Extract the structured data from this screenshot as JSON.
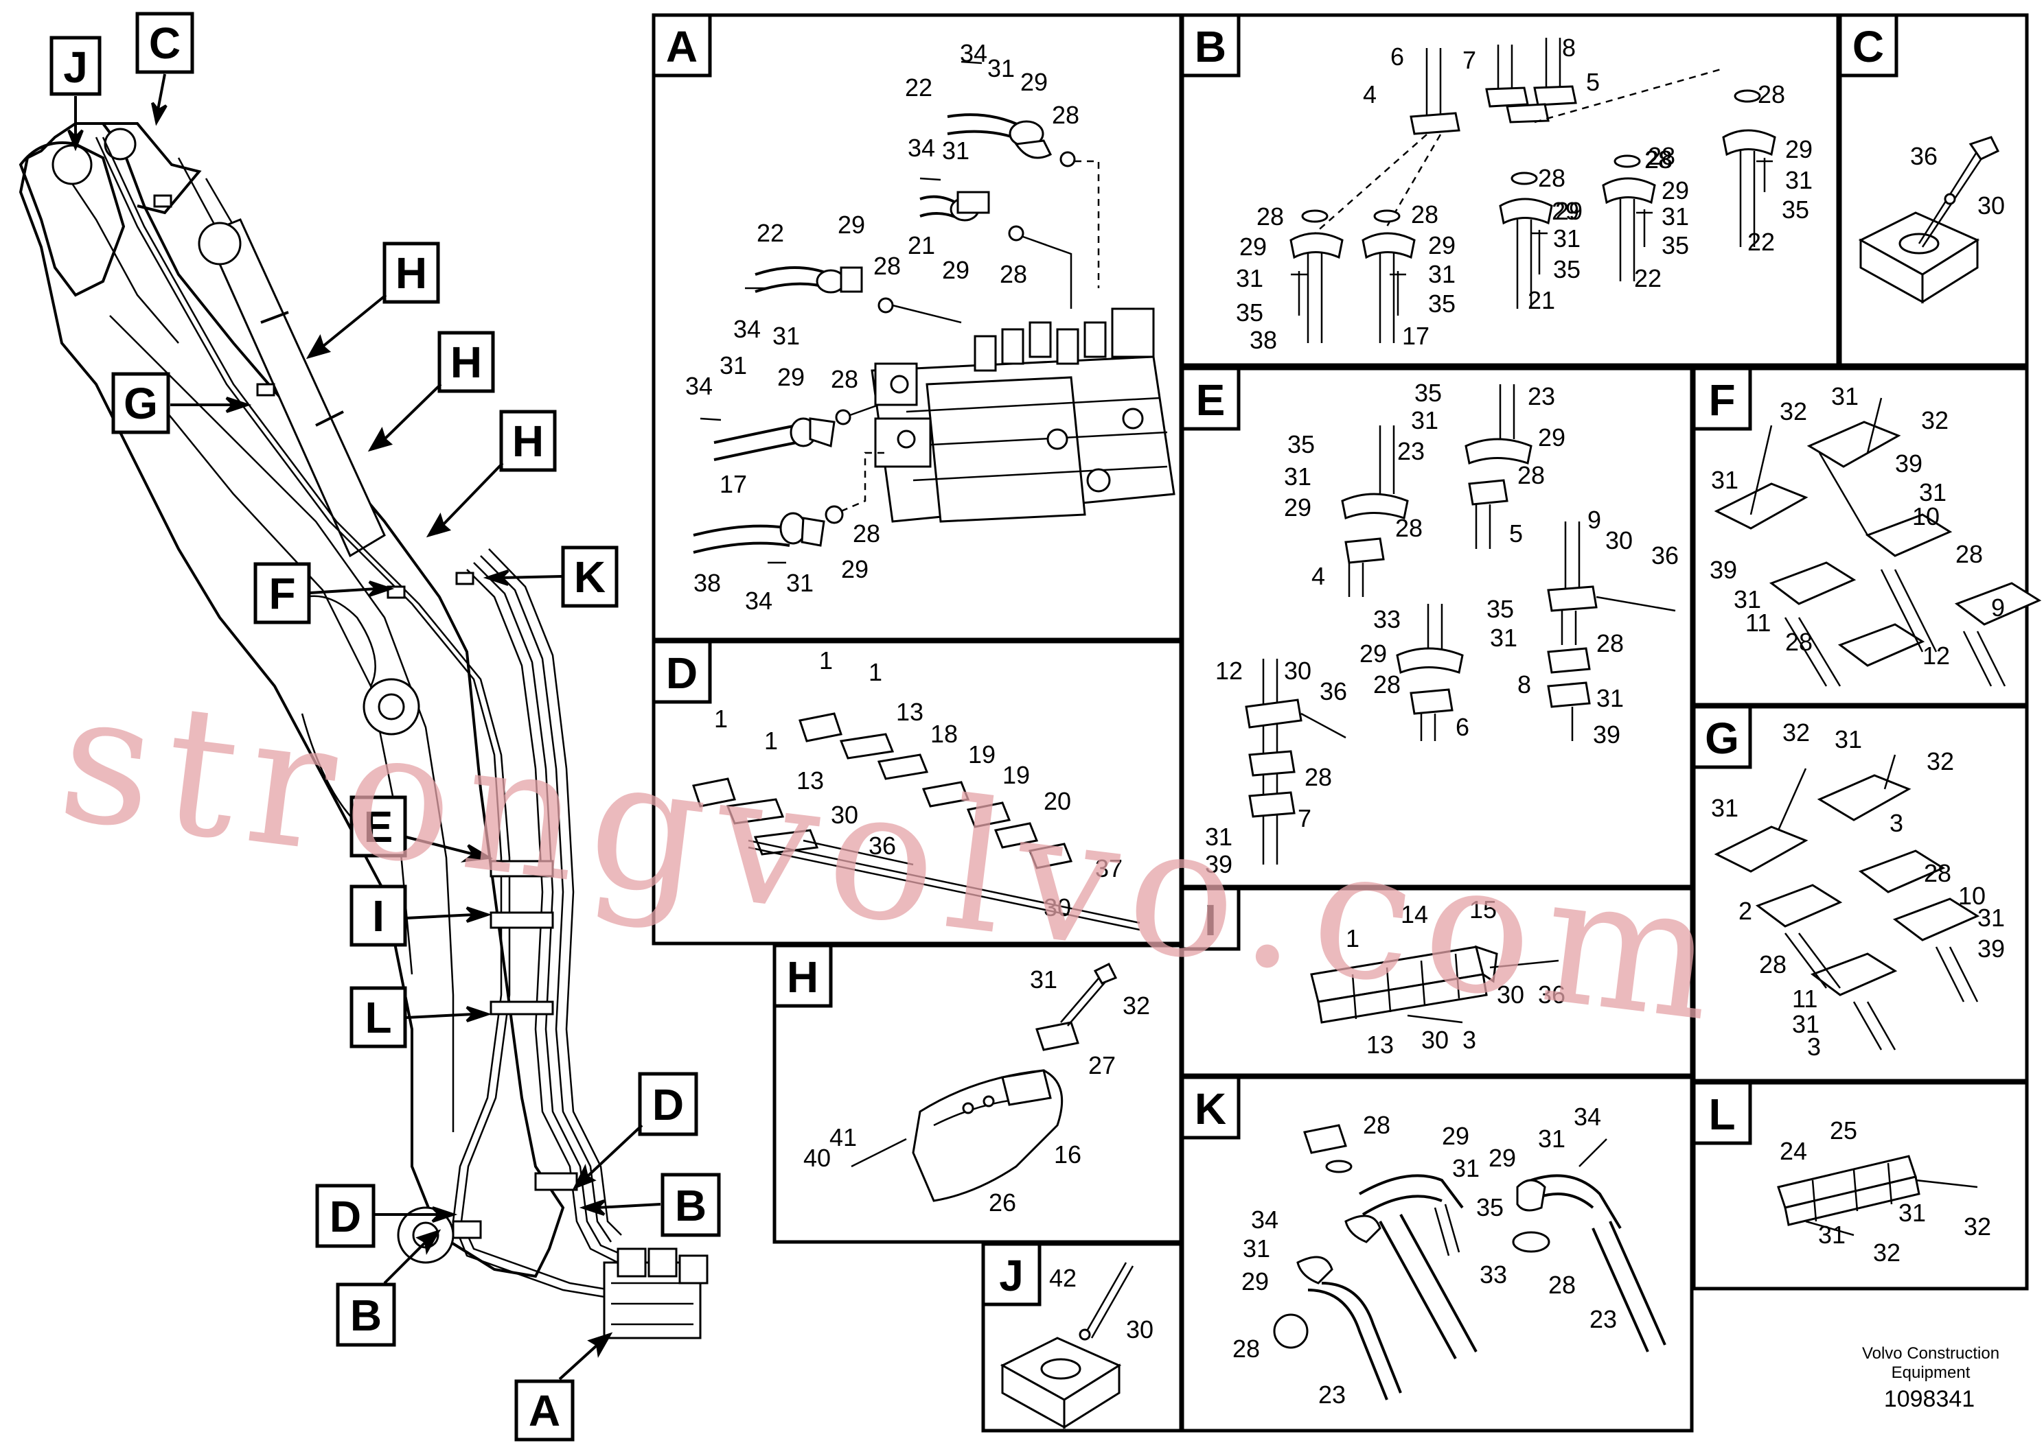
{
  "callouts": {
    "J": "J",
    "C": "C",
    "H": "H",
    "G": "G",
    "F": "F",
    "K": "K",
    "E": "E",
    "I": "I",
    "L": "L",
    "D": "D",
    "B": "B",
    "A": "A"
  },
  "panels": {
    "A": {
      "letter": "A",
      "labels": [
        {
          "id": "a1",
          "text": "34"
        },
        {
          "id": "a2",
          "text": "31"
        },
        {
          "id": "a3",
          "text": "29"
        },
        {
          "id": "a4",
          "text": "22"
        },
        {
          "id": "a5",
          "text": "28"
        },
        {
          "id": "a6",
          "text": "34"
        },
        {
          "id": "a7",
          "text": "31"
        },
        {
          "id": "a8",
          "text": "22"
        },
        {
          "id": "a9",
          "text": "29"
        },
        {
          "id": "a10",
          "text": "21"
        },
        {
          "id": "a11",
          "text": "29"
        },
        {
          "id": "a12",
          "text": "28"
        },
        {
          "id": "a13",
          "text": "28"
        },
        {
          "id": "a14",
          "text": "34"
        },
        {
          "id": "a15",
          "text": "31"
        },
        {
          "id": "a16",
          "text": "31"
        },
        {
          "id": "a17",
          "text": "34"
        },
        {
          "id": "a18",
          "text": "29"
        },
        {
          "id": "a19",
          "text": "28"
        },
        {
          "id": "a20",
          "text": "17"
        },
        {
          "id": "a21",
          "text": "38"
        },
        {
          "id": "a22",
          "text": "34"
        },
        {
          "id": "a23",
          "text": "31"
        },
        {
          "id": "a24",
          "text": "29"
        },
        {
          "id": "a25",
          "text": "28"
        }
      ]
    },
    "B": {
      "letter": "B",
      "labels": [
        {
          "id": "b1",
          "text": "6"
        },
        {
          "id": "b2",
          "text": "4"
        },
        {
          "id": "b3",
          "text": "7"
        },
        {
          "id": "b4",
          "text": "8"
        },
        {
          "id": "b5",
          "text": "5"
        },
        {
          "id": "b6",
          "text": "28"
        },
        {
          "id": "b7",
          "text": "28"
        },
        {
          "id": "b8",
          "text": "28"
        },
        {
          "id": "b9",
          "text": "28"
        },
        {
          "id": "b10",
          "text": "29"
        },
        {
          "id": "b11",
          "text": "29"
        },
        {
          "id": "b12",
          "text": "31"
        },
        {
          "id": "b13",
          "text": "35"
        },
        {
          "id": "b14",
          "text": "38"
        },
        {
          "id": "b15",
          "text": "28"
        },
        {
          "id": "b16",
          "text": "29"
        },
        {
          "id": "b17",
          "text": "31"
        },
        {
          "id": "b18",
          "text": "35"
        },
        {
          "id": "b19",
          "text": "17"
        },
        {
          "id": "b20",
          "text": "28"
        },
        {
          "id": "b21",
          "text": "29"
        },
        {
          "id": "b22",
          "text": "31"
        },
        {
          "id": "b23",
          "text": "35"
        },
        {
          "id": "b24",
          "text": "21"
        },
        {
          "id": "b25",
          "text": "28"
        },
        {
          "id": "b26",
          "text": "29"
        },
        {
          "id": "b27",
          "text": "31"
        },
        {
          "id": "b28",
          "text": "35"
        },
        {
          "id": "b29",
          "text": "22"
        },
        {
          "id": "b30",
          "text": "29"
        },
        {
          "id": "b31",
          "text": "31"
        },
        {
          "id": "b32",
          "text": "35"
        },
        {
          "id": "b33",
          "text": "22"
        }
      ]
    },
    "C": {
      "letter": "C",
      "labels": [
        {
          "id": "c1",
          "text": "36"
        },
        {
          "id": "c2",
          "text": "30"
        }
      ]
    },
    "D": {
      "letter": "D",
      "labels": [
        {
          "id": "d1",
          "text": "1"
        },
        {
          "id": "d2",
          "text": "1"
        },
        {
          "id": "d3",
          "text": "1"
        },
        {
          "id": "d4",
          "text": "1"
        },
        {
          "id": "d5",
          "text": "13"
        },
        {
          "id": "d6",
          "text": "18"
        },
        {
          "id": "d7",
          "text": "19"
        },
        {
          "id": "d8",
          "text": "19"
        },
        {
          "id": "d9",
          "text": "20"
        },
        {
          "id": "d10",
          "text": "13"
        },
        {
          "id": "d11",
          "text": "30"
        },
        {
          "id": "d12",
          "text": "36"
        },
        {
          "id": "d13",
          "text": "37"
        },
        {
          "id": "d14",
          "text": "30"
        }
      ]
    },
    "E": {
      "letter": "E",
      "labels": [
        {
          "id": "e1",
          "text": "35"
        },
        {
          "id": "e2",
          "text": "23"
        },
        {
          "id": "e3",
          "text": "31"
        },
        {
          "id": "e4",
          "text": "29"
        },
        {
          "id": "e5",
          "text": "35"
        },
        {
          "id": "e6",
          "text": "23"
        },
        {
          "id": "e7",
          "text": "28"
        },
        {
          "id": "e8",
          "text": "31"
        },
        {
          "id": "e9",
          "text": "29"
        },
        {
          "id": "e10",
          "text": "5"
        },
        {
          "id": "e11",
          "text": "28"
        },
        {
          "id": "e12",
          "text": "4"
        },
        {
          "id": "e13",
          "text": "9"
        },
        {
          "id": "e14",
          "text": "30"
        },
        {
          "id": "e15",
          "text": "36"
        },
        {
          "id": "e16",
          "text": "33"
        },
        {
          "id": "e17",
          "text": "35"
        },
        {
          "id": "e18",
          "text": "31"
        },
        {
          "id": "e19",
          "text": "29"
        },
        {
          "id": "e20",
          "text": "28"
        },
        {
          "id": "e21",
          "text": "28"
        },
        {
          "id": "e22",
          "text": "6"
        },
        {
          "id": "e23",
          "text": "8"
        },
        {
          "id": "e24",
          "text": "31"
        },
        {
          "id": "e25",
          "text": "39"
        },
        {
          "id": "e26",
          "text": "12"
        },
        {
          "id": "e27",
          "text": "30"
        },
        {
          "id": "e28",
          "text": "36"
        },
        {
          "id": "e29",
          "text": "28"
        },
        {
          "id": "e30",
          "text": "7"
        },
        {
          "id": "e31",
          "text": "31"
        },
        {
          "id": "e32",
          "text": "39"
        }
      ]
    },
    "F": {
      "letter": "F",
      "labels": [
        {
          "id": "f1",
          "text": "32"
        },
        {
          "id": "f2",
          "text": "31"
        },
        {
          "id": "f3",
          "text": "32"
        },
        {
          "id": "f4",
          "text": "31"
        },
        {
          "id": "f5",
          "text": "39"
        },
        {
          "id": "f6",
          "text": "31"
        },
        {
          "id": "f7",
          "text": "10"
        },
        {
          "id": "f8",
          "text": "39"
        },
        {
          "id": "f9",
          "text": "28"
        },
        {
          "id": "f10",
          "text": "31"
        },
        {
          "id": "f11",
          "text": "11"
        },
        {
          "id": "f12",
          "text": "9"
        },
        {
          "id": "f13",
          "text": "28"
        },
        {
          "id": "f14",
          "text": "12"
        }
      ]
    },
    "G": {
      "letter": "G",
      "labels": [
        {
          "id": "g1",
          "text": "32"
        },
        {
          "id": "g2",
          "text": "31"
        },
        {
          "id": "g3",
          "text": "32"
        },
        {
          "id": "g4",
          "text": "31"
        },
        {
          "id": "g5",
          "text": "3"
        },
        {
          "id": "g6",
          "text": "28"
        },
        {
          "id": "g7",
          "text": "10"
        },
        {
          "id": "g8",
          "text": "2"
        },
        {
          "id": "g9",
          "text": "31"
        },
        {
          "id": "g10",
          "text": "39"
        },
        {
          "id": "g11",
          "text": "28"
        },
        {
          "id": "g12",
          "text": "11"
        },
        {
          "id": "g13",
          "text": "31"
        },
        {
          "id": "g14",
          "text": "3"
        }
      ]
    },
    "H": {
      "letter": "H",
      "labels": [
        {
          "id": "h1",
          "text": "31"
        },
        {
          "id": "h2",
          "text": "32"
        },
        {
          "id": "h3",
          "text": "27"
        },
        {
          "id": "h4",
          "text": "41"
        },
        {
          "id": "h5",
          "text": "40"
        },
        {
          "id": "h6",
          "text": "16"
        },
        {
          "id": "h7",
          "text": "26"
        }
      ]
    },
    "I": {
      "letter": "I",
      "labels": [
        {
          "id": "i1",
          "text": "14"
        },
        {
          "id": "i2",
          "text": "15"
        },
        {
          "id": "i3",
          "text": "1"
        },
        {
          "id": "i4",
          "text": "30"
        },
        {
          "id": "i5",
          "text": "36"
        },
        {
          "id": "i6",
          "text": "13"
        },
        {
          "id": "i7",
          "text": "30"
        },
        {
          "id": "i8",
          "text": "3"
        }
      ]
    },
    "J": {
      "letter": "J",
      "labels": [
        {
          "id": "j1",
          "text": "42"
        },
        {
          "id": "j2",
          "text": "30"
        }
      ]
    },
    "K": {
      "letter": "K",
      "labels": [
        {
          "id": "k1",
          "text": "28"
        },
        {
          "id": "k2",
          "text": "29"
        },
        {
          "id": "k3",
          "text": "31"
        },
        {
          "id": "k4",
          "text": "35"
        },
        {
          "id": "k5",
          "text": "34"
        },
        {
          "id": "k6",
          "text": "31"
        },
        {
          "id": "k7",
          "text": "29"
        },
        {
          "id": "k8",
          "text": "33"
        },
        {
          "id": "k9",
          "text": "34"
        },
        {
          "id": "k10",
          "text": "31"
        },
        {
          "id": "k11",
          "text": "29"
        },
        {
          "id": "k12",
          "text": "28"
        },
        {
          "id": "k13",
          "text": "28"
        },
        {
          "id": "k14",
          "text": "23"
        },
        {
          "id": "k15",
          "text": "23"
        }
      ]
    },
    "L": {
      "letter": "L",
      "labels": [
        {
          "id": "l1",
          "text": "24"
        },
        {
          "id": "l2",
          "text": "25"
        },
        {
          "id": "l3",
          "text": "31"
        },
        {
          "id": "l4",
          "text": "31"
        },
        {
          "id": "l5",
          "text": "32"
        },
        {
          "id": "l6",
          "text": "32"
        }
      ]
    }
  },
  "footer": {
    "brand_line1": "Volvo Construction",
    "brand_line2": "Equipment",
    "doc_number": "1098341"
  },
  "watermark": "strongvolvo.com"
}
